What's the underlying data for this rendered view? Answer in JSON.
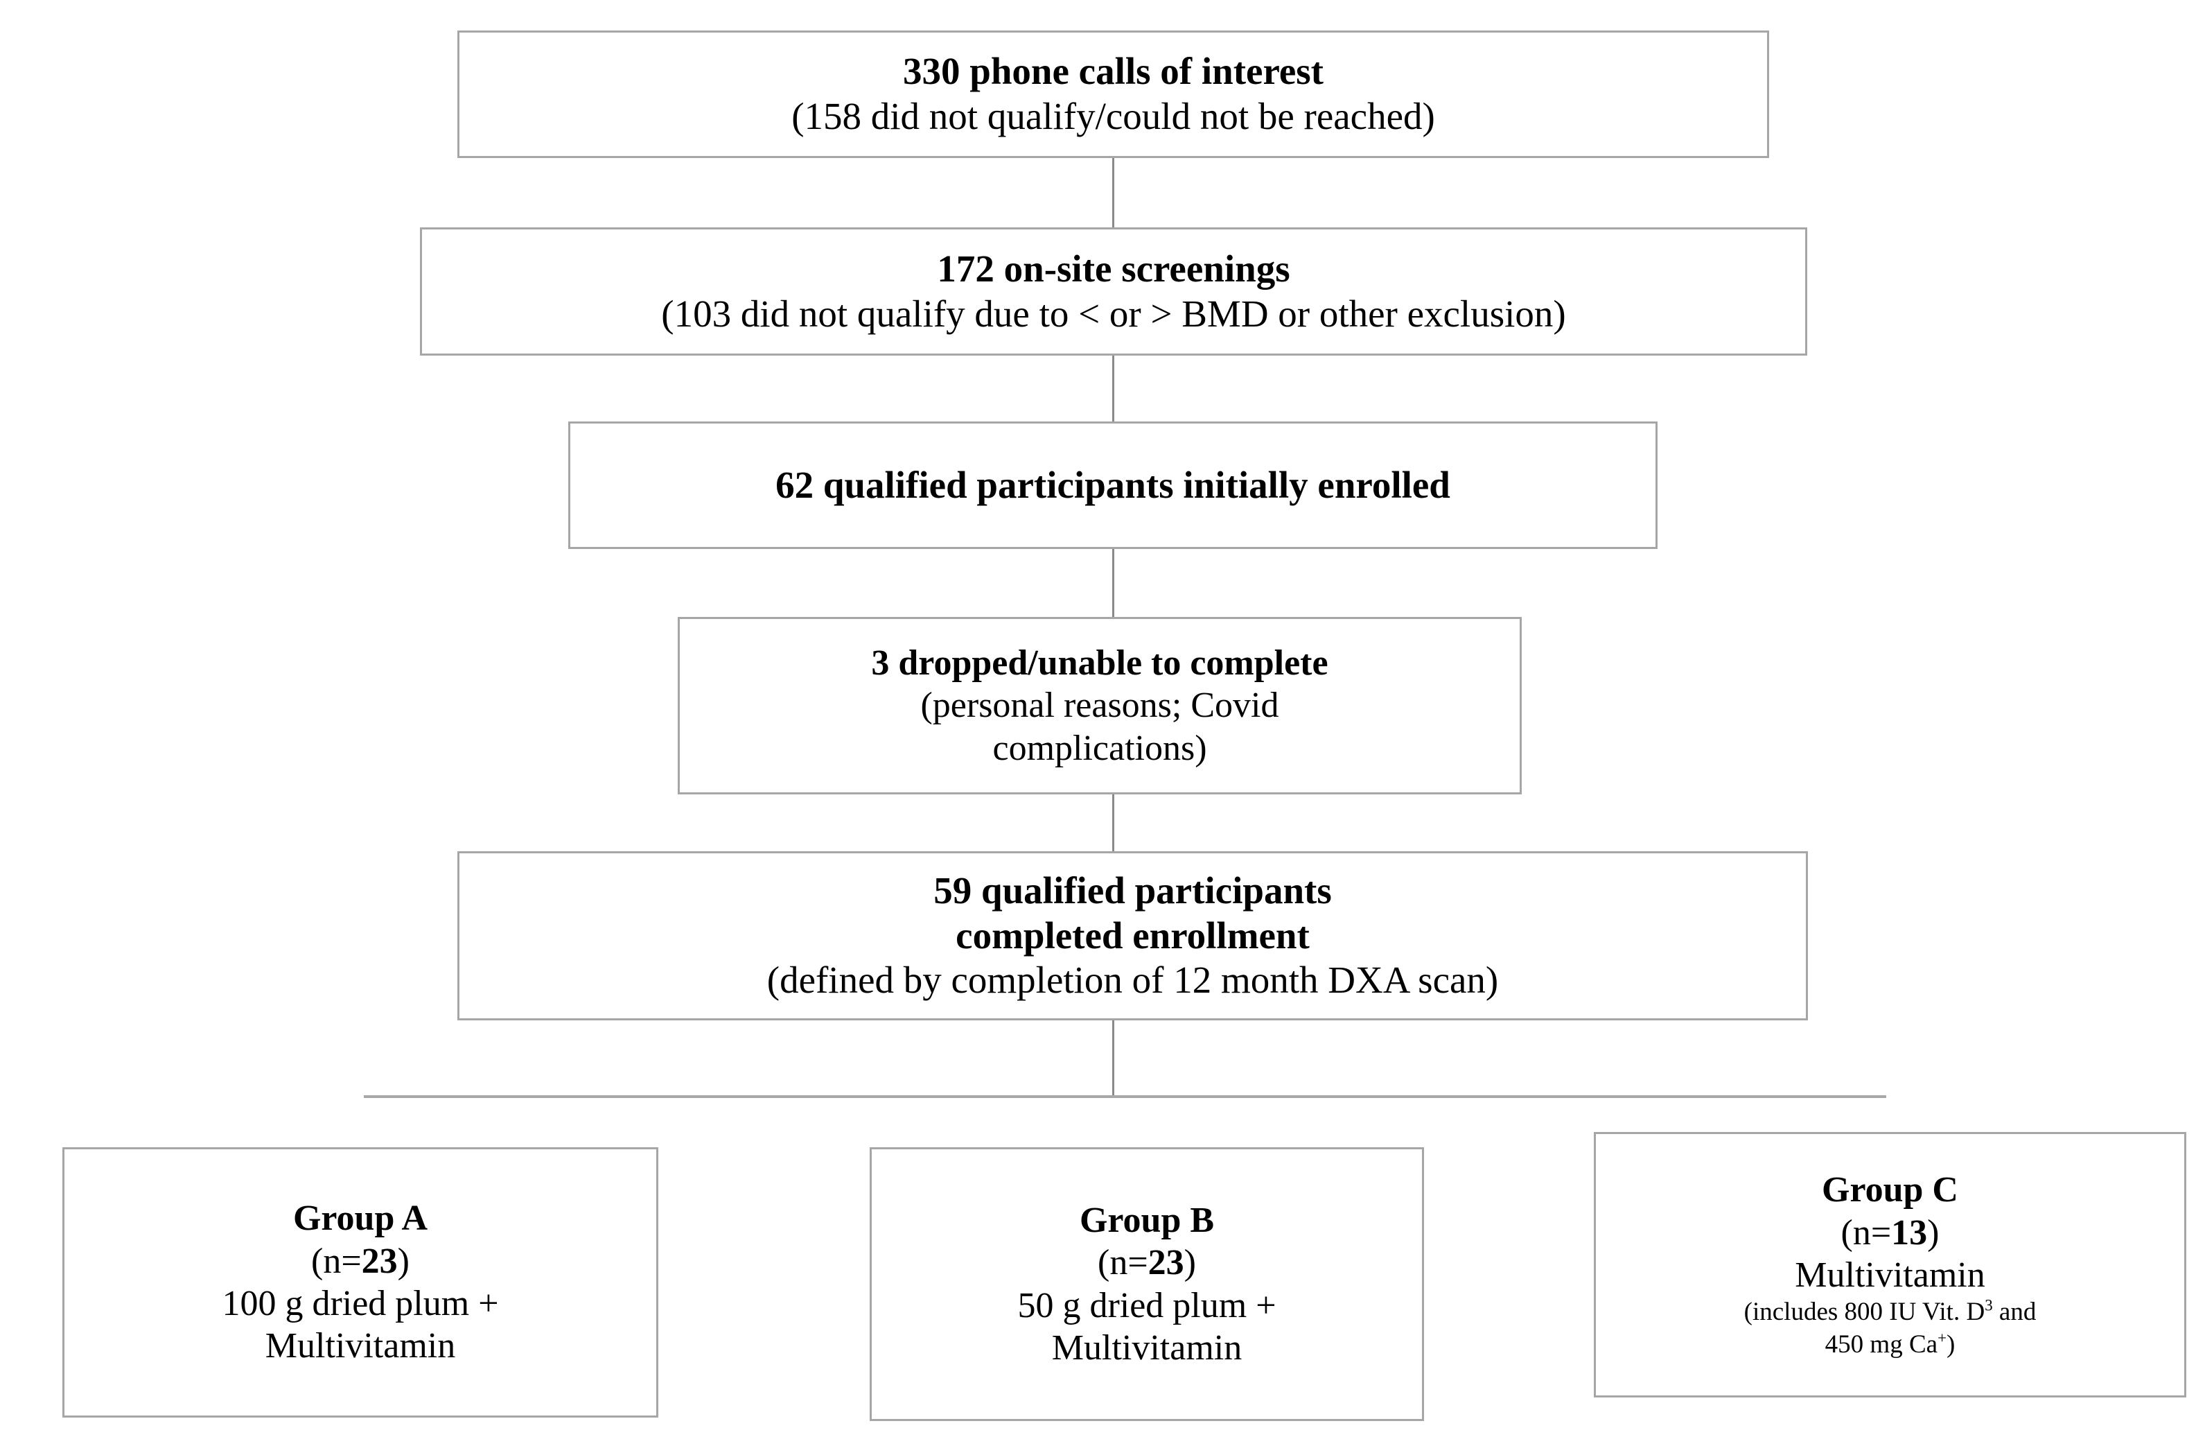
{
  "diagram": {
    "title": "Participant enrollment flow",
    "line_color": "#a6a6a6",
    "text_color": "#000000",
    "background": "#ffffff"
  },
  "nodes": {
    "phone_calls": {
      "line1": "330 phone calls of interest",
      "line2": "(158 did not qualify/could not be reached)"
    },
    "onsite_screenings": {
      "line1": "172 on-site screenings",
      "line2": "(103 did not qualify due to < or > BMD or other exclusion)"
    },
    "initial_enrollment": {
      "line1": "62 qualified participants initially enrolled"
    },
    "dropped": {
      "line1": "3 dropped/unable to complete",
      "line2": "(personal reasons; Covid",
      "line3": "complications)"
    },
    "completed": {
      "line1": "59 qualified participants",
      "line2": "completed enrollment",
      "line3": "(defined by completion of 12 month DXA scan)"
    }
  },
  "groups": [
    {
      "name": "Group A",
      "n_prefix": "(n=",
      "n_value": "23",
      "n_suffix": ")",
      "treatment_line1": "100 g dried plum +",
      "treatment_line2": "Multivitamin",
      "detail_line1": "",
      "detail_line2": ""
    },
    {
      "name": "Group B",
      "n_prefix": "(n=",
      "n_value": "23",
      "n_suffix": ")",
      "treatment_line1": "50 g dried plum +",
      "treatment_line2": "Multivitamin",
      "detail_line1": "",
      "detail_line2": ""
    },
    {
      "name": "Group C",
      "n_prefix": "(n=",
      "n_value": "13",
      "n_suffix": ")",
      "treatment_line1": "Multivitamin",
      "treatment_line2": "",
      "detail_line1_a": "(includes 800 IU Vit. D",
      "detail_line1_sup": "3",
      "detail_line1_b": " and",
      "detail_line2_a": "450 mg Ca",
      "detail_line2_sup": "+",
      "detail_line2_b": ")"
    }
  ]
}
